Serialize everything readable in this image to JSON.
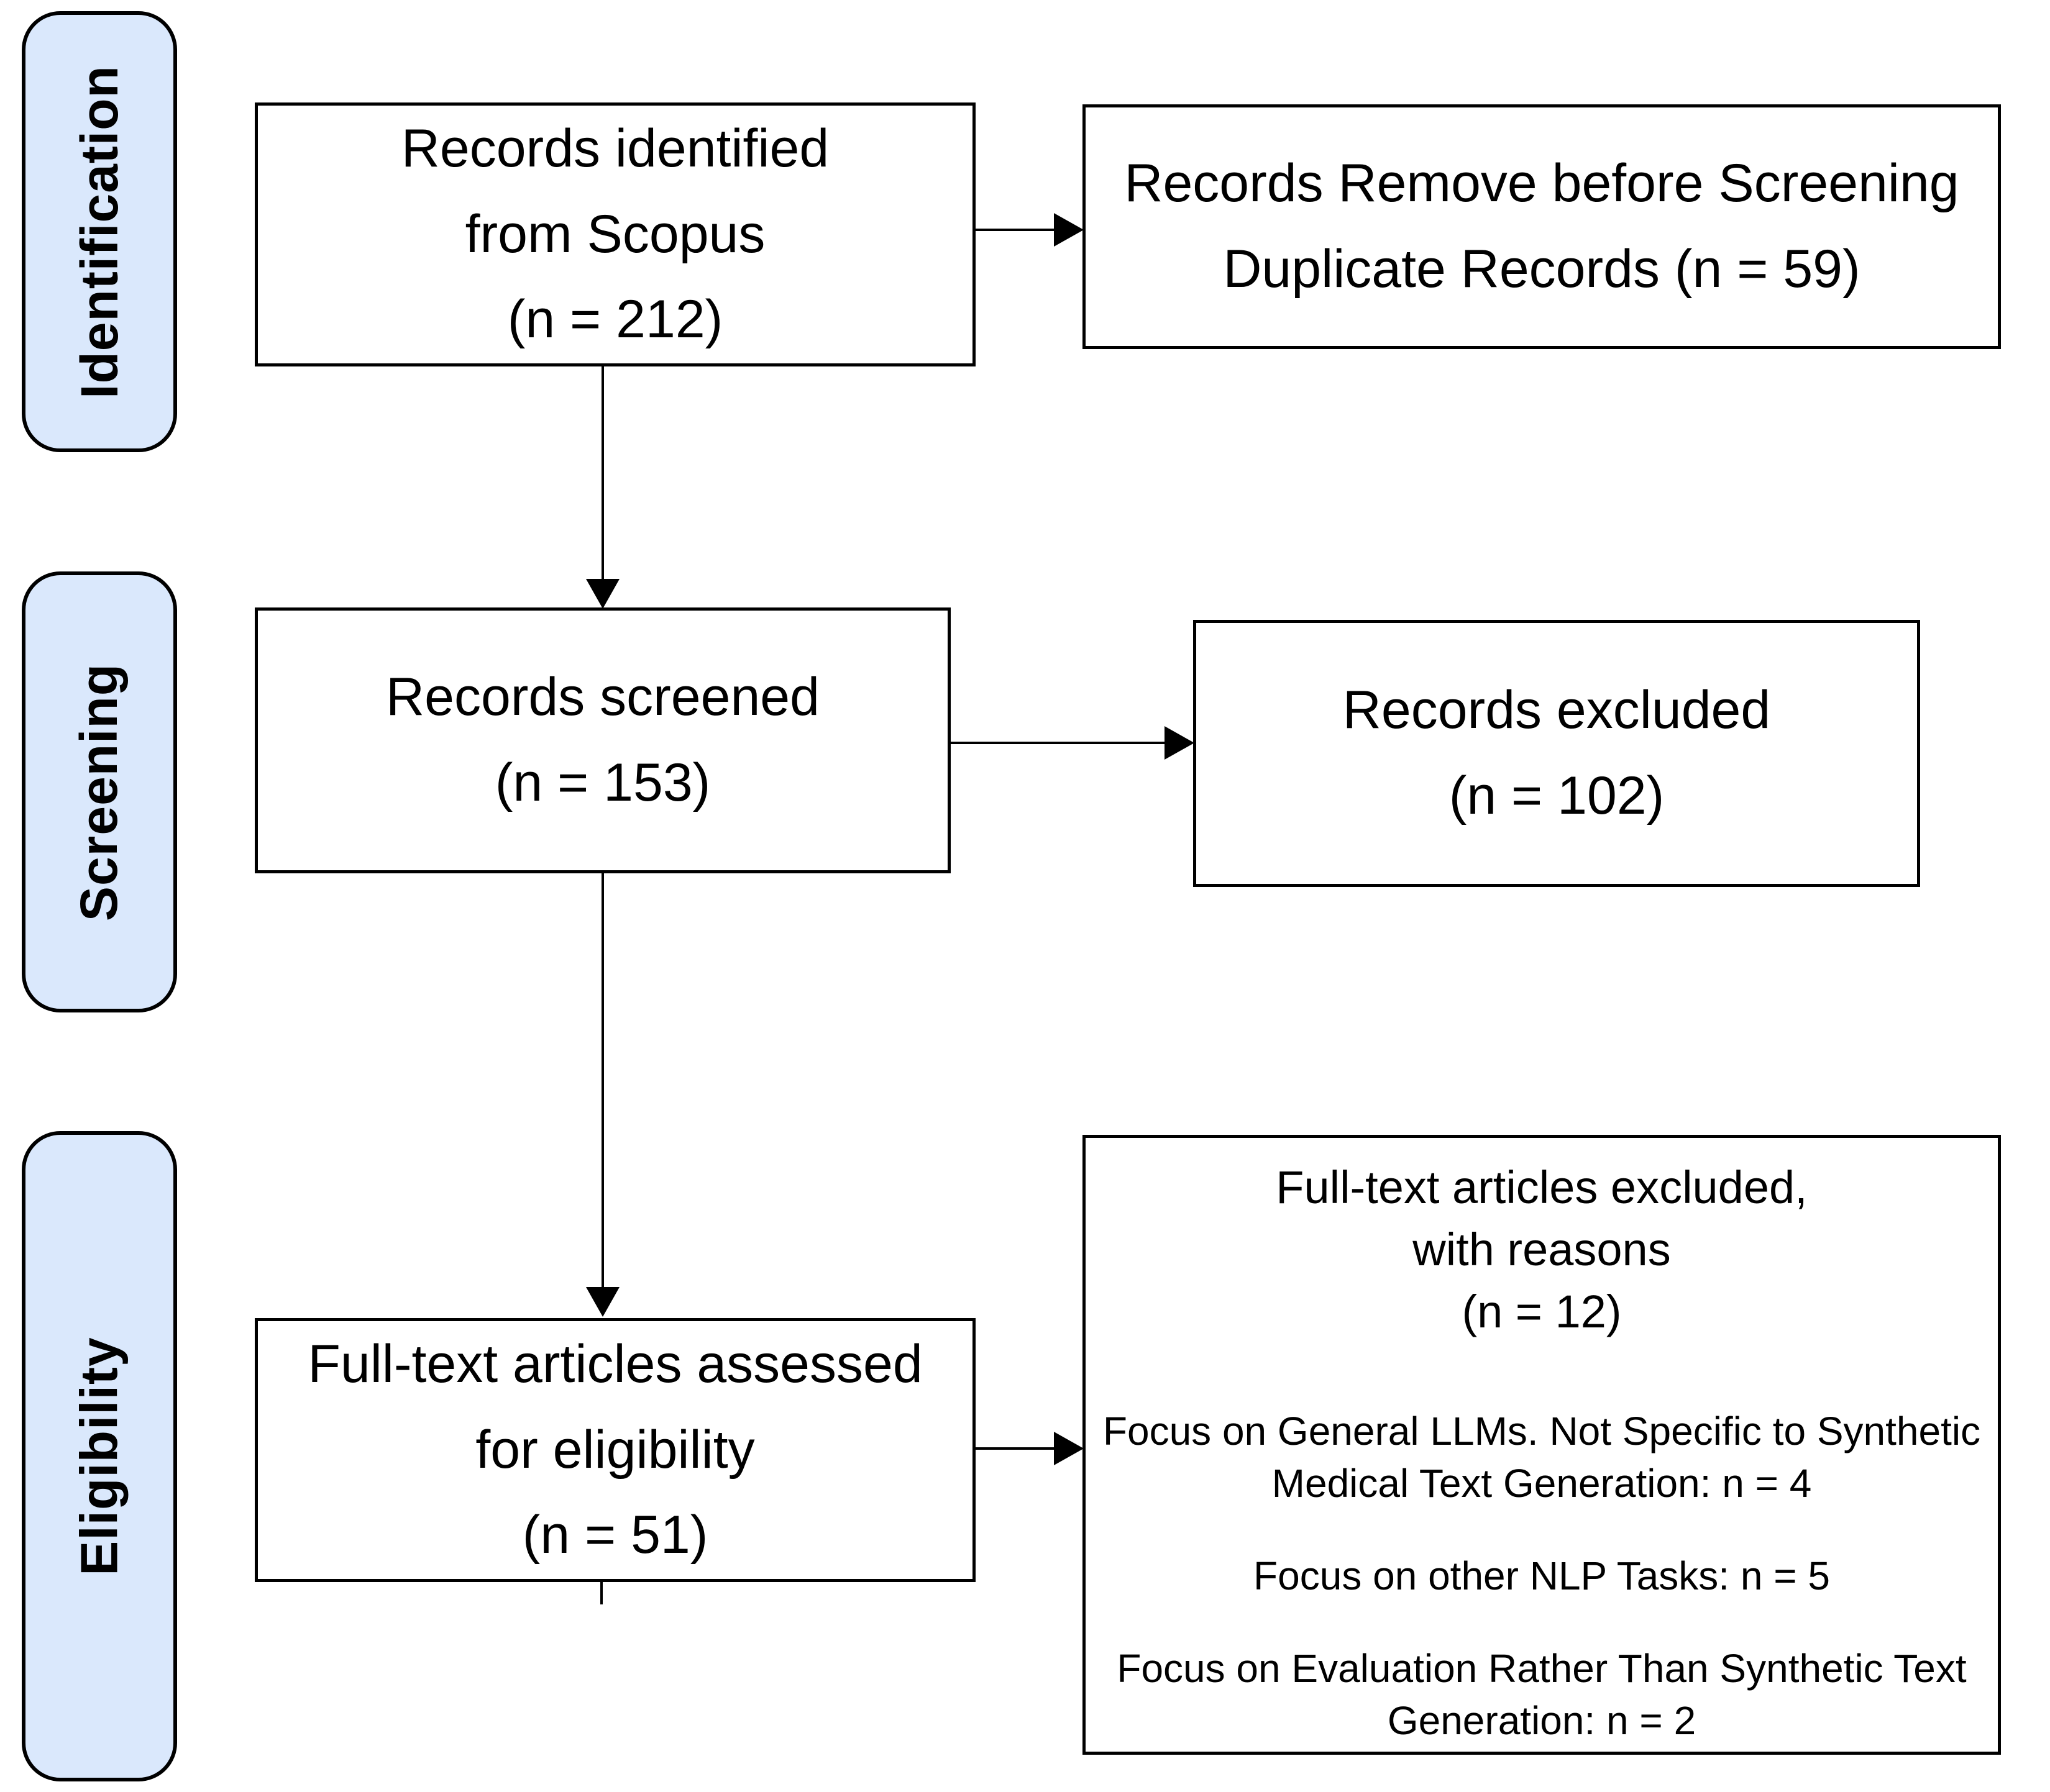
{
  "stages": {
    "identification": "Identification",
    "screening": "Screening",
    "eligibility": "Eligibility"
  },
  "boxes": {
    "records_identified": {
      "line1": "Records identified",
      "line2": "from Scopus",
      "line3": "(n = 212)"
    },
    "records_removed": {
      "line1": "Records Remove before Screening",
      "line2": "Duplicate Records (n = 59)"
    },
    "records_screened": {
      "line1": "Records screened",
      "line2": "(n = 153)"
    },
    "records_excluded": {
      "line1": "Records excluded",
      "line2": "(n = 102)"
    },
    "fulltext_assessed": {
      "line1": "Full-text articles assessed",
      "line2": "for eligibility",
      "line3": "(n = 51)"
    },
    "fulltext_excluded": {
      "title_line1": "Full-text articles excluded,",
      "title_line2": "with reasons",
      "title_line3": "(n = 12)",
      "reason1": "Focus on General LLMs. Not Specific to Synthetic Medical Text Generation: n = 4",
      "reason2": "Focus on other NLP Tasks: n = 5",
      "reason3": "Focus on Evaluation Rather Than Synthetic Text Generation: n = 2"
    }
  },
  "colors": {
    "stage_fill": "#dae8fc",
    "stage_border": "#000000",
    "box_fill": "#ffffff",
    "box_border": "#000000",
    "arrow": "#000000",
    "text": "#000000"
  }
}
